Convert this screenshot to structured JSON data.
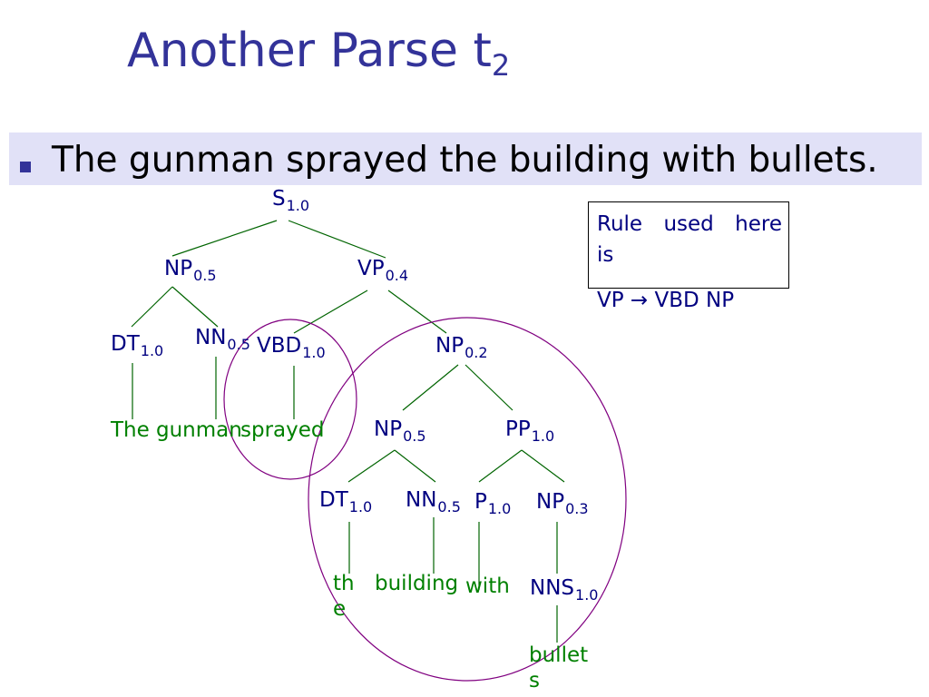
{
  "slide": {
    "title": "Another Parse t",
    "title_subscript": "2",
    "bullet": "The gunman sprayed the building with bullets."
  },
  "tree": {
    "nodes": {
      "s": {
        "label": "S",
        "sub": "1.0"
      },
      "np_a": {
        "label": "NP",
        "sub": "0.5"
      },
      "vp": {
        "label": "VP",
        "sub": "0.4"
      },
      "dt_a": {
        "label": "DT",
        "sub": "1.0"
      },
      "nn_a": {
        "label": "NN",
        "sub": "0.5"
      },
      "vbd": {
        "label": "VBD",
        "sub": "1.0"
      },
      "np_b": {
        "label": "NP",
        "sub": "0.2"
      },
      "np_c": {
        "label": "NP",
        "sub": "0.5"
      },
      "pp": {
        "label": "PP",
        "sub": "1.0"
      },
      "dt_b": {
        "label": "DT",
        "sub": "1.0"
      },
      "nn_b": {
        "label": "NN",
        "sub": "0.5"
      },
      "p": {
        "label": "P",
        "sub": "1.0"
      },
      "np_d": {
        "label": "NP",
        "sub": "0.3"
      },
      "nns": {
        "label": "NNS",
        "sub": "1.0"
      }
    },
    "leaves": {
      "the_a": "The",
      "gunman": "gunman",
      "sprayed": "sprayed",
      "the_b": "the",
      "building": "building",
      "with": "with",
      "bullets": "bullets"
    }
  },
  "rule_note": {
    "text": "Rule used here is",
    "formula": "VP → VBD NP"
  },
  "colors": {
    "title": "#333399",
    "bullet_bar": "#e1e1f7",
    "node_text": "#000080",
    "leaf_text": "#008000",
    "edges": "#006400",
    "circles": "#800080"
  }
}
